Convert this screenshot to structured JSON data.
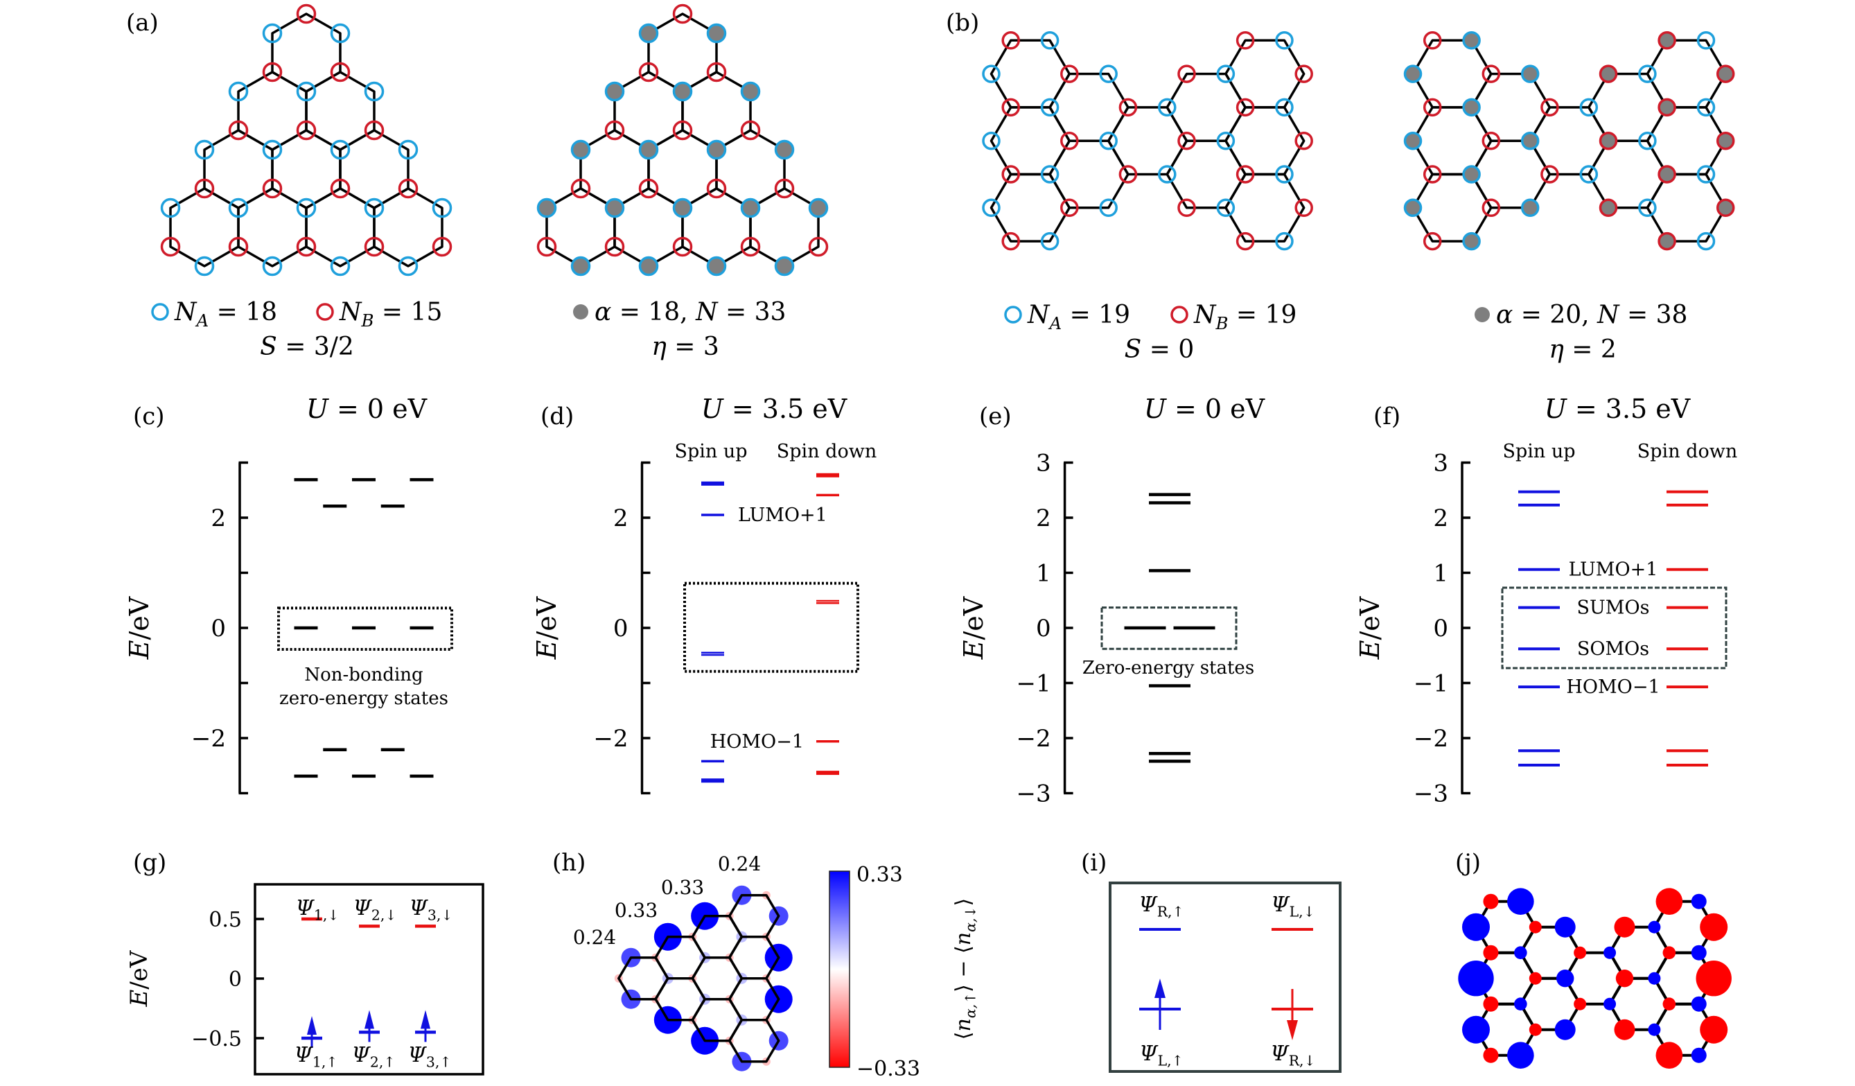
{
  "figure_labels": {
    "a": "(a)",
    "b": "(b)",
    "c": "(c)",
    "d": "(d)",
    "e": "(e)",
    "f": "(f)",
    "g": "(g)",
    "h": "(h)",
    "i": "(i)",
    "j": "(j)"
  },
  "colors": {
    "sublattice_A": "#1fa0dc",
    "sublattice_B": "#d01c2a",
    "filled_site": "#7f7f7f",
    "spin_up": "#1010e0",
    "spin_down": "#e81010",
    "spin_up_density": "#0000ff",
    "spin_down_density": "#ff0000",
    "frame_dark": "#334040"
  },
  "panel_a": {
    "na": {
      "sym": "N",
      "sub": "A",
      "eq": " = 18"
    },
    "nb": {
      "sym": "N",
      "sub": "B",
      "eq": " = 15"
    },
    "total_spin": {
      "sym": "S",
      "eq": " = 3/2"
    },
    "alpha": {
      "sym": "α",
      "eq": " = 18, ",
      "sym2": "N",
      "eq2": " = 33"
    },
    "eta": {
      "sym": "η",
      "eq": " = 3"
    }
  },
  "panel_b": {
    "na": {
      "sym": "N",
      "sub": "A",
      "eq": " = 19"
    },
    "nb": {
      "sym": "N",
      "sub": "B",
      "eq": " = 19"
    },
    "total_spin": {
      "sym": "S",
      "eq": " = 0"
    },
    "alpha": {
      "sym": "α",
      "eq": " = 20, ",
      "sym2": "N",
      "eq2": " = 38"
    },
    "eta": {
      "sym": "η",
      "eq": " = 2"
    }
  },
  "energy_c": {
    "title": {
      "sym": "U",
      "eq": " = 0 eV"
    },
    "ylabel": {
      "sym": "E",
      "unit": "/eV"
    },
    "ylim": [
      -3,
      3
    ],
    "yticks": [
      {
        "v": -2,
        "label": "−2"
      },
      {
        "v": 0,
        "label": "0"
      },
      {
        "v": 2,
        "label": "2"
      }
    ],
    "levels": [
      {
        "E": 2.69,
        "count": 3
      },
      {
        "E": 2.21,
        "count": 2
      },
      {
        "E": 0,
        "count": 3
      },
      {
        "E": -2.21,
        "count": 2
      },
      {
        "E": -2.69,
        "count": 3
      }
    ],
    "box": [
      -0.39,
      0.36
    ],
    "note": [
      "Non-bonding",
      "zero-energy states"
    ]
  },
  "energy_d": {
    "title": {
      "sym": "U",
      "eq": " = 3.5 eV"
    },
    "ylabel": {
      "sym": "E",
      "unit": "/eV"
    },
    "ylim": [
      -3,
      3
    ],
    "yticks": [
      {
        "v": -2,
        "label": "−2"
      },
      {
        "v": 0,
        "label": "0"
      },
      {
        "v": 2,
        "label": "2"
      }
    ],
    "spin_up_label": "Spin up",
    "spin_down_label": "Spin down",
    "spin_up": [
      {
        "E": 2.62,
        "degenerate": true
      },
      {
        "E": 2.05
      },
      {
        "E": -0.45
      },
      {
        "E": -0.49
      },
      {
        "E": -2.42
      },
      {
        "E": -2.77,
        "degenerate": true
      }
    ],
    "spin_down": [
      {
        "E": 2.77,
        "degenerate": true
      },
      {
        "E": 2.41
      },
      {
        "E": 0.49
      },
      {
        "E": 0.45
      },
      {
        "E": -2.06
      },
      {
        "E": -2.63,
        "degenerate": true
      }
    ],
    "box": [
      -0.79,
      0.81
    ],
    "lumo_label": {
      "E": 2.05,
      "text": "LUMO+1"
    },
    "homo_label": {
      "E": -2.06,
      "text": "HOMO−1"
    }
  },
  "energy_e": {
    "title": {
      "sym": "U",
      "eq": " = 0 eV"
    },
    "ylabel": {
      "sym": "E",
      "unit": "/eV"
    },
    "ylim": [
      -3,
      3
    ],
    "yticks": [
      {
        "v": -3,
        "label": "−3"
      },
      {
        "v": -2,
        "label": "−2"
      },
      {
        "v": -1,
        "label": "−1"
      },
      {
        "v": 0,
        "label": "0"
      },
      {
        "v": 1,
        "label": "1"
      },
      {
        "v": 2,
        "label": "2"
      },
      {
        "v": 3,
        "label": "3"
      }
    ],
    "levels": [
      {
        "E": 2.42,
        "count": 1
      },
      {
        "E": 2.27,
        "count": 1
      },
      {
        "E": 1.04,
        "count": 1
      },
      {
        "E": 0,
        "count": 2
      },
      {
        "E": -1.05,
        "count": 1
      },
      {
        "E": -2.28,
        "count": 1
      },
      {
        "E": -2.42,
        "count": 1
      }
    ],
    "box": [
      -0.38,
      0.37
    ],
    "note": "Zero-energy states"
  },
  "energy_f": {
    "title": {
      "sym": "U",
      "eq": " = 3.5 eV"
    },
    "ylabel": {
      "sym": "E",
      "unit": "/eV"
    },
    "ylim": [
      -3,
      3
    ],
    "yticks": [
      {
        "v": -3,
        "label": "−3"
      },
      {
        "v": -2,
        "label": "−2"
      },
      {
        "v": -1,
        "label": "−1"
      },
      {
        "v": 0,
        "label": "0"
      },
      {
        "v": 1,
        "label": "1"
      },
      {
        "v": 2,
        "label": "2"
      },
      {
        "v": 3,
        "label": "3"
      }
    ],
    "spin_up_label": "Spin up",
    "spin_down_label": "Spin down",
    "levels": [
      2.47,
      2.23,
      1.06,
      0.37,
      -0.38,
      -1.07,
      -2.23,
      -2.49
    ],
    "box": [
      -0.73,
      0.73
    ],
    "labels": [
      {
        "E": 1.06,
        "text": "LUMO+1"
      },
      {
        "E": 0.37,
        "text": "SUMOs"
      },
      {
        "E": -0.38,
        "text": "SOMOs"
      },
      {
        "E": -1.07,
        "text": "HOMO−1"
      }
    ]
  },
  "panel_g": {
    "ylabel": {
      "sym": "E",
      "unit": "/eV"
    },
    "ylim": [
      -0.8,
      0.8
    ],
    "yticks": [
      {
        "v": -0.5,
        "label": "−0.5"
      },
      {
        "v": 0,
        "label": "0"
      },
      {
        "v": 0.5,
        "label": "0.5"
      }
    ],
    "spin_down": [
      {
        "E": 0.5,
        "sym": "Ψ",
        "sub": "1,↓"
      },
      {
        "E": 0.44,
        "sym": "Ψ",
        "sub": "2,↓"
      },
      {
        "E": 0.44,
        "sym": "Ψ",
        "sub": "3,↓"
      }
    ],
    "spin_up": [
      {
        "E": -0.5,
        "sym": "Ψ",
        "sub": "1,↑"
      },
      {
        "E": -0.45,
        "sym": "Ψ",
        "sub": "2,↑"
      },
      {
        "E": -0.45,
        "sym": "Ψ",
        "sub": "3,↑"
      }
    ]
  },
  "panel_h": {
    "site_values": [
      "0.24",
      "0.33",
      "0.33",
      "0.24"
    ],
    "colorbar": {
      "max": "0.33",
      "min": "−0.33",
      "label": {
        "open": "⟨",
        "sym": "n",
        "sub_up": "α,↑",
        "mid": "⟩ − ⟨",
        "sym2": "n",
        "sub_down": "α,↓",
        "close": "⟩"
      }
    }
  },
  "panel_i": {
    "upper": [
      {
        "sym": "Ψ",
        "sub": "R,↑"
      },
      {
        "sym": "Ψ",
        "sub": "L,↓"
      }
    ],
    "lower": [
      {
        "sym": "Ψ",
        "sub": "L,↑"
      },
      {
        "sym": "Ψ",
        "sub": "R,↓"
      }
    ]
  }
}
